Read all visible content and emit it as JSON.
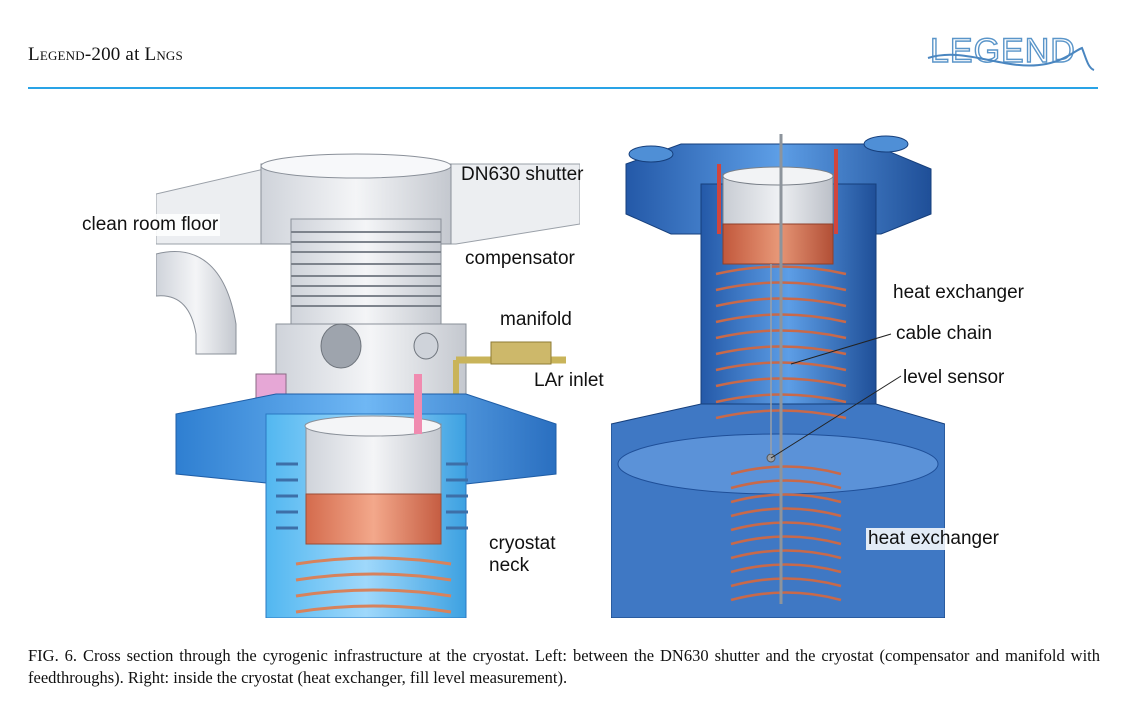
{
  "header": {
    "title_first": "L",
    "title_rest": "egend",
    "title_mid": "-200 at ",
    "title_place_first": "L",
    "title_place_rest": "ngs",
    "logo_text": "LEGEND",
    "rule_color": "#29a3e6"
  },
  "figure_left": {
    "labels": {
      "shutter": "DN630 shutter",
      "clean_room": "clean room floor",
      "compensator": "compensator",
      "manifold": "manifold",
      "lar_inlet": "LAr inlet",
      "cryostat_line1": "cryostat",
      "cryostat_line2": "neck"
    }
  },
  "figure_right": {
    "labels": {
      "heat_exchanger_top": "heat exchanger",
      "cable_chain": "cable chain",
      "level_sensor": "level sensor",
      "heat_exchanger_bottom": "heat exchanger"
    }
  },
  "caption": {
    "text": "FIG. 6. Cross section through the cyrogenic infrastructure at the cryostat. Left: between the DN630 shutter and the cryostat (compensator and manifold with feedthroughs). Right: inside the cryostat (heat exchanger, fill level measurement)."
  }
}
